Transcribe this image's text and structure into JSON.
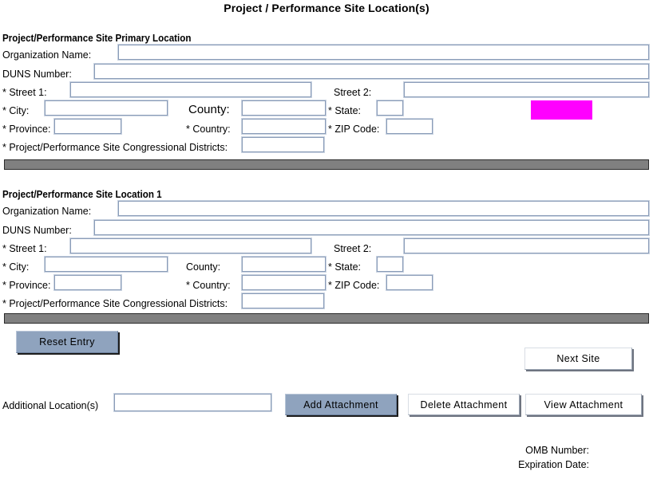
{
  "page": {
    "title": "Project / Performance Site Location(s)"
  },
  "sections": [
    {
      "heading": "Project/Performance Site Primary Location",
      "fields": {
        "organization_name_label": "Organization Name:",
        "organization_name_value": "",
        "duns_label": "DUNS Number:",
        "duns_value": "",
        "street1_label": "* Street 1:",
        "street1_value": "",
        "street2_label": "Street 2:",
        "street2_value": "",
        "city_label": "* City:",
        "city_value": "",
        "county_label": "County:",
        "county_value": "",
        "state_label": "* State:",
        "state_value": "",
        "province_label": "* Province:",
        "province_value": "",
        "country_label": "* Country:",
        "country_value": "",
        "zip_label": "* ZIP Code:",
        "zip_value": "",
        "districts_label": "* Project/Performance Site Congressional Districts:",
        "districts_value": ""
      },
      "highlight_color": "#ff00ff"
    },
    {
      "heading": "Project/Performance Site Location 1",
      "fields": {
        "organization_name_label": "Organization Name:",
        "organization_name_value": "",
        "duns_label": "DUNS Number:",
        "duns_value": "",
        "street1_label": "* Street 1:",
        "street1_value": "",
        "street2_label": "Street 2:",
        "street2_value": "",
        "city_label": "* City:",
        "city_value": "",
        "county_label": "County:",
        "county_value": "",
        "state_label": "* State:",
        "state_value": "",
        "province_label": "* Province:",
        "province_value": "",
        "country_label": "* Country:",
        "country_value": "",
        "zip_label": "* ZIP Code:",
        "zip_value": "",
        "districts_label": "* Project/Performance Site Congressional Districts:",
        "districts_value": ""
      }
    }
  ],
  "actions": {
    "reset_entry": "Reset Entry",
    "next_site": "Next Site",
    "additional_locations_label": "Additional Location(s)",
    "additional_locations_value": "",
    "add_attachment": "Add Attachment",
    "delete_attachment": "Delete Attachment",
    "view_attachment": "View  Attachment"
  },
  "footer": {
    "omb_number": "OMB Number:",
    "expiration_date": "Expiration Date:"
  },
  "colors": {
    "separator_bar": "#808080",
    "button_blue": "#8fa3be",
    "field_border": "#8a9cb8",
    "highlight": "#ff00ff"
  }
}
